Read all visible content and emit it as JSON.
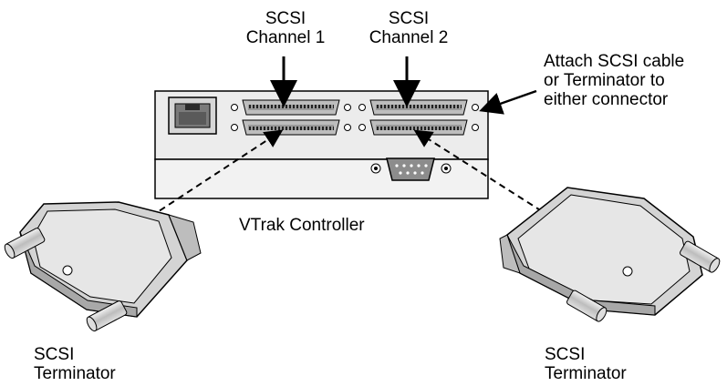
{
  "labels": {
    "channel1": [
      "SCSI",
      "Channel 1"
    ],
    "channel2": [
      "SCSI",
      "Channel 2"
    ],
    "attach_note": [
      "Attach SCSI cable",
      "or Terminator to",
      "either connector"
    ],
    "controller": "VTrak Controller",
    "terminator_left": [
      "SCSI",
      "Terminator"
    ],
    "terminator_right": [
      "SCSI",
      "Terminator"
    ]
  },
  "colors": {
    "line": "#000000",
    "panel": "#ececec",
    "panel_lower": "#f2f2f2",
    "terminator_body": "#d4d4d4",
    "terminator_shell": "#e6e6e6",
    "connector": "#bdbdbd"
  }
}
